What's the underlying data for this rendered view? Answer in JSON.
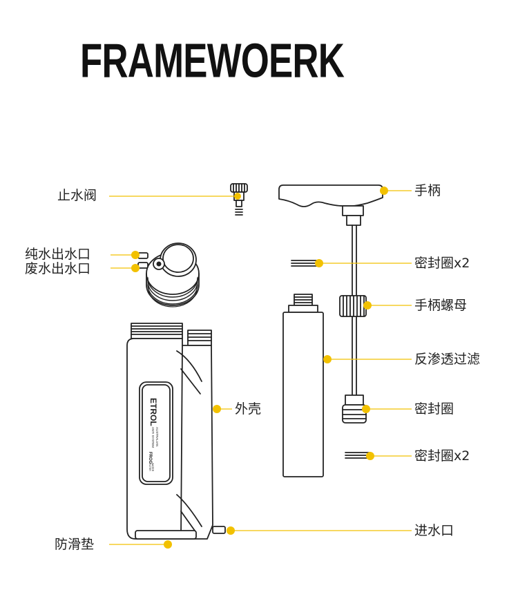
{
  "title": "FRAMEWOERK",
  "colors": {
    "accent": "#f2c100",
    "line": "#222222",
    "leader": "#f2c100"
  },
  "labels": {
    "stop_valve": "止水阀",
    "handle": "手柄",
    "pure_outlet": "纯水出水口",
    "waste_outlet": "废水出水口",
    "seal_x2_top": "密封圈x2",
    "handle_nut": "手柄螺母",
    "ro_filter": "反渗透过滤",
    "shell": "外壳",
    "seal": "密封圈",
    "seal_x2_bottom": "密封圈x2",
    "inlet": "进水口",
    "antislip_pad": "防滑垫"
  },
  "device_print": {
    "brand": "ETROL",
    "line1": "AUSTRALIAN",
    "line2": "ANTI SYSTEM",
    "logo": "FROG",
    "logo_sub1": "WATER",
    "logo_sub2": "FILTER"
  }
}
